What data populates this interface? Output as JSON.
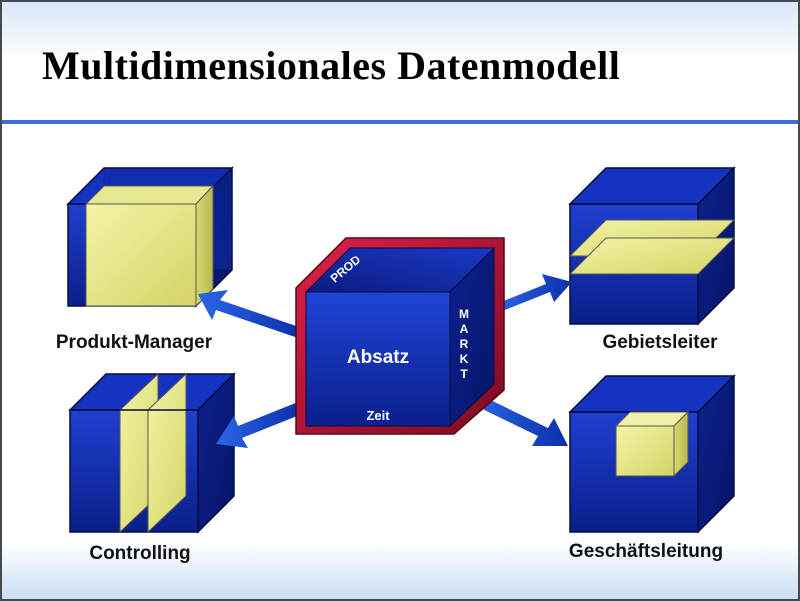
{
  "title": "Multidimensionales Datenmodell",
  "center": {
    "label": "Absatz",
    "top_axis": "PROD",
    "side_axis": "MARKT",
    "bottom_axis": "Zeit"
  },
  "roles": {
    "produkt_manager": "Produkt-Manager",
    "controlling": "Controlling",
    "gebietsleiter": "Gebietsleiter",
    "geschaeftsleitung": "Geschäftsleitung"
  },
  "colors": {
    "accent_rule": "#3a6fd8",
    "cube_blue": "#1133b8",
    "slice_yellow": "#ecec8a",
    "center_frame": "#c8102e"
  }
}
